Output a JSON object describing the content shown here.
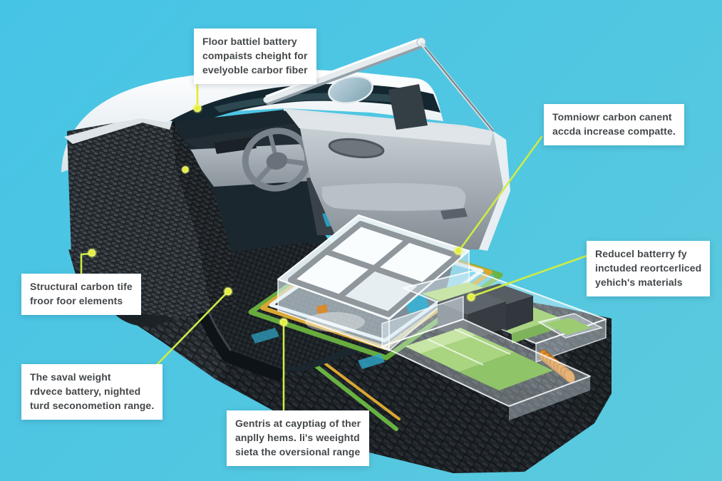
{
  "scene": {
    "background_color": "#4fc6e2",
    "leader_line_color": "#cdeb45",
    "marker_dot_color": "#e2ef3e",
    "label_background": "#ffffff",
    "label_text_color": "#44484b"
  },
  "colors": {
    "car_body_white": "#f3f8fa",
    "carbon_fiber_dark": "#272c30",
    "door_interior_gray": "#aeb7be",
    "interior_cavity_dark": "#1b272e",
    "glass_box": "#eaf4f9",
    "battery_module_green": "#a9d480",
    "tray_rim_yellow": "#d9a832",
    "tray_rim_green": "#6cb33f",
    "control_box_gray": "#5d656b",
    "coil_orange": "#df8a2c",
    "mirror_glass_blue": "#9fc0cf",
    "grid_panel_line": "#8f979c"
  },
  "callouts": [
    {
      "id": "roof-battery",
      "lines": [
        "Floor battiel battery",
        "compaists cheight for",
        "evelyoble carbor fiber"
      ]
    },
    {
      "id": "carbon-content",
      "lines": [
        "Tomniowr carbon canent",
        "accda increase compatte."
      ]
    },
    {
      "id": "reduced-battery",
      "lines": [
        "Reducel batterry fy",
        "inctuded reortcerliced",
        "yehich's materials"
      ]
    },
    {
      "id": "structural-floor",
      "lines": [
        "Structural carbon tife",
        "froor foor elements"
      ]
    },
    {
      "id": "weight-range",
      "lines": [
        "The saval weight",
        "rdvece battery, nighted",
        "turd seconometion range."
      ]
    },
    {
      "id": "capacity-range",
      "lines": [
        "Gentris at cayptiag of ther",
        "anplly hems. li's weeightd",
        "sieta the oversional range"
      ]
    }
  ]
}
